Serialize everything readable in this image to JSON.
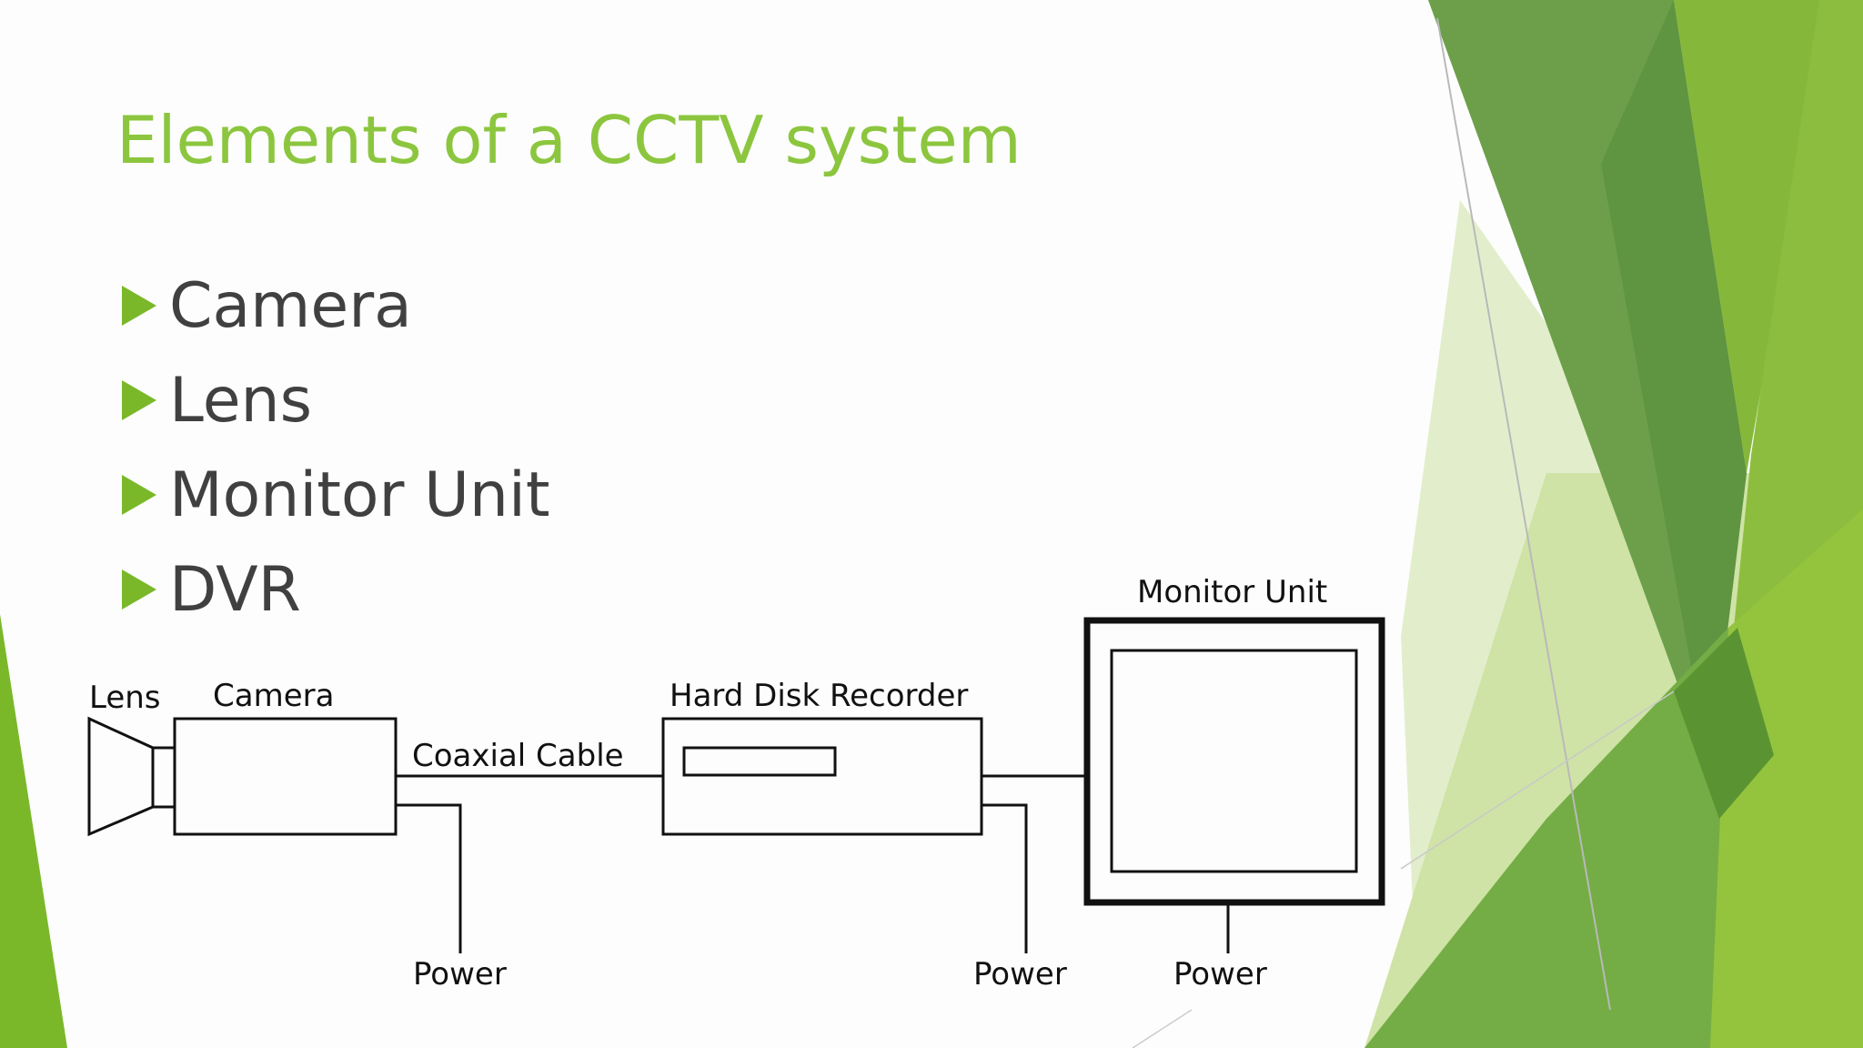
{
  "slide": {
    "title": "Elements of a CCTV system",
    "bullets": [
      "Camera",
      "Lens",
      "Monitor Unit",
      "DVR"
    ]
  },
  "diagram": {
    "labels": {
      "lens": "Lens",
      "camera": "Camera",
      "coaxial_cable": "Coaxial Cable",
      "recorder": "Hard Disk Recorder",
      "monitor": "Monitor Unit",
      "power_camera": "Power",
      "power_recorder": "Power",
      "power_monitor": "Power"
    }
  },
  "colors": {
    "title": "#8cc63f",
    "bullet_arrow": "#7ab829",
    "body_text": "#404040",
    "green_dark": "#5f9a3a",
    "green_mid": "#7ab829",
    "green_light": "#cfe3a6"
  }
}
